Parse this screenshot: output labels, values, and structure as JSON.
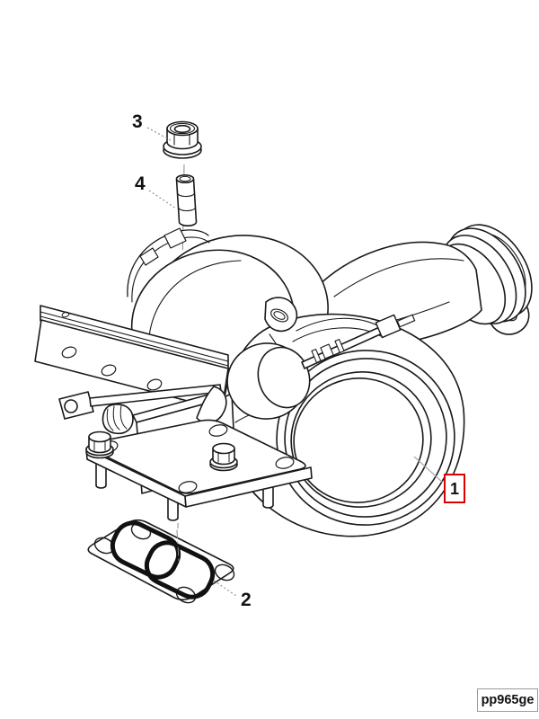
{
  "diagram": {
    "callouts": [
      {
        "number": "1",
        "highlighted": true
      },
      {
        "number": "2",
        "highlighted": false
      },
      {
        "number": "3",
        "highlighted": false
      },
      {
        "number": "4",
        "highlighted": false
      }
    ],
    "part_code": "pp965ge",
    "colors": {
      "highlight_box": "#dd0000",
      "line_art": "#1a1a1a",
      "leader_line": "#9a9a9a",
      "background": "#ffffff"
    }
  }
}
